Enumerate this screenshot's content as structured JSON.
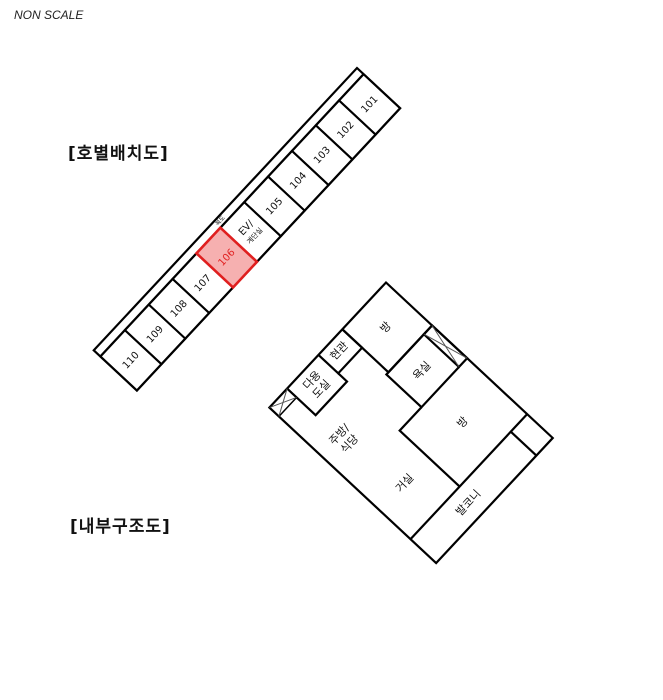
{
  "note": "NON SCALE",
  "unit_layout": {
    "title": "[호별배치도]",
    "corridor_label": "복도",
    "units": [
      {
        "label": "101"
      },
      {
        "label": "102"
      },
      {
        "label": "103"
      },
      {
        "label": "104"
      },
      {
        "label": "105"
      },
      {
        "label": "EV/",
        "label2": "계단실"
      },
      {
        "label": "106"
      },
      {
        "label": "107"
      },
      {
        "label": "108"
      },
      {
        "label": "109"
      },
      {
        "label": "110"
      }
    ],
    "highlighted_unit": "106",
    "highlight_fill": "#f6b0b0",
    "highlight_stroke": "#e01f1f"
  },
  "floor_plan": {
    "title": "[내부구조도]",
    "rooms": {
      "room_top": "방",
      "bathroom": "욕실",
      "room_right": "방",
      "entrance": "현관",
      "utility_1": "다용",
      "utility_2": "도실",
      "kitchen_1": "주방/",
      "kitchen_2": "식당",
      "living": "거실",
      "balcony": "발코니"
    }
  }
}
